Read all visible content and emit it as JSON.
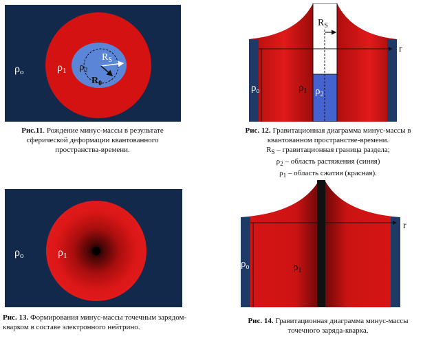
{
  "colors": {
    "navy": "#13294b",
    "red": "#cc1111",
    "blue": "#5a84d6",
    "black": "#111111"
  },
  "fig11": {
    "rho_o": "ρ",
    "rho_o_sub": "o",
    "rho1": "ρ",
    "rho1_sub": "1",
    "rho2": "ρ",
    "rho2_sub": "2",
    "rs": "R",
    "rs_sub": "S",
    "r0": "R",
    "r0_sub": "0",
    "caption_label": "Рис.11",
    "caption_text": ". Рождение минус-массы в результате сферической деформации квантованного пространства-времени."
  },
  "fig12": {
    "rs": "R",
    "rs_sub": "S",
    "r_axis": "r",
    "rho_o": "ρ",
    "rho_o_sub": "o",
    "rho1": "ρ",
    "rho1_sub": "1",
    "rho2": "ρ",
    "rho2_sub": "2",
    "caption_label": "Рис. 12.",
    "caption_line1": " Гравитационная диаграмма минус-массы в квантованном пространстве-времени.",
    "caption_line2": "R",
    "caption_line2_sub": "S",
    "caption_line2_rest": " – гравитационная граница раздела;",
    "caption_line3": "ρ",
    "caption_line3_sub": "2",
    "caption_line3_rest": " – область растяжения (синяя)",
    "caption_line4": "ρ",
    "caption_line4_sub": "1",
    "caption_line4_rest": " – область сжатия (красная)."
  },
  "fig13": {
    "rho_o": "ρ",
    "rho_o_sub": "o",
    "rho1": "ρ",
    "rho1_sub": "1",
    "caption_label": "Рис. 13.",
    "caption_text": " Формирования минус-массы точечным зарядом-кварком в составе электронного нейтрино."
  },
  "fig14": {
    "r_axis": "r",
    "rho_o": "ρ",
    "rho_o_sub": "o",
    "rho1": "ρ",
    "rho1_sub": "1",
    "caption_label": "Рис. 14.",
    "caption_text": " Гравитационная диаграмма минус-массы точечного заряда-кварка."
  }
}
